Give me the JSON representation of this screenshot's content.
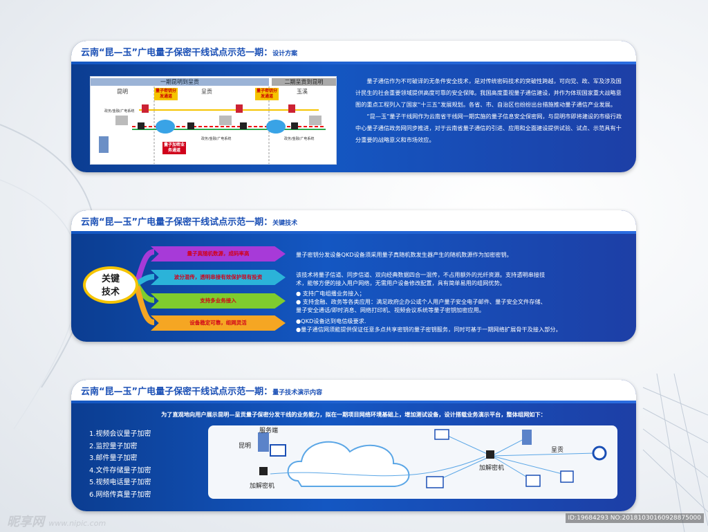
{
  "panel1": {
    "title": "云南“昆—玉”广电量子保密干线试点示范一期：",
    "subtitle": "设计方案",
    "diagram": {
      "seg1": "一期昆明到呈贡",
      "seg2": "二期呈贡到昆明",
      "cities": [
        "昆明",
        "呈贡",
        "玉溪"
      ],
      "tag_qkd": "量子密钥分发通道",
      "tag_enc": "量子加密业务通道",
      "lbl_gov1": "政务/金融/广电系统",
      "lbl_gov2": "政务/金融/广电系统",
      "lbl_gov3": "政务/金融/广电系统"
    },
    "paragraphs": [
      "量子通信作为不可破译的无条件安全技术，是对传统密码技术的突破性跨越，可向党、政、军及涉及国计民生的社会重要领域提供高度可靠的安全保障。我国高度重视量子通信建设，并作为体现国家重大战略意图的重点工程列入了国家“十三五”发展规划。各省、市、自治区也纷纷出台措施推动量子通信产业发展。",
      "“昆—玉”量子干线网作为云南省干线网一期实施的量子信息安全保密网，与昆明市即将建设的市级行政中心量子通信政务网同步推进，对于云南省量子通信的引进、应用和全面建设提供试验、试点、示范具有十分重要的战略意义和市场效应。"
    ]
  },
  "panel2": {
    "title": "云南“昆—玉”广电量子保密干线试点示范一期：",
    "subtitle": "关键技术",
    "center_line1": "关键",
    "center_line2": "技术",
    "arrows": [
      {
        "label": "量子真随机数源，成码率高",
        "color": "#a73ad8"
      },
      {
        "label": "波分混传，透明串接有效保护现有投资",
        "color": "#2bb3d9"
      },
      {
        "label": "支持多业务接入",
        "color": "#7fcc2e"
      },
      {
        "label": "设备稳定可靠，组网灵活",
        "color": "#f5a623"
      }
    ],
    "texts": {
      "t1": "量子密钥分发设备QKD设备须采用量子真随机数发生器产生的随机数源作为加密密钥。",
      "t2a": "该技术将量子信道、同步信道、双向经典数据四合一混传，不占用额外的光纤资源。支持透明串接技",
      "t2b": "术，能够方便的接入用户网络，无需用户设备修改配置，具有简单易用的组网优势。",
      "t3a": "● 支持广电组播业务接入；",
      "t3b": "● 支持金融、政务等各类应用：满足政府企办公或个人用户量子安全电子邮件、量子安全文件存储、",
      "t3c": "量子安全通话/即时消息、网络打印机、视频会议系统等量子密钥加密应用。",
      "t4a": "●QKD设备达到电信级要求.",
      "t4b": "●量子通信网须能提供保证任意多点共享密钥的量子密钥服务，同时可基于一期网络扩展骨干及接入部分。"
    }
  },
  "panel3": {
    "title": "云南“昆—玉”广电量子保密干线试点示范一期：",
    "subtitle": "量子技术演示内容",
    "headline": "为了直观地向用户展示昆明—呈贡量子保密分发干线的业务能力，拟在一期项目网络环境基础上，增加测试设备，设计搭载业务演示平台，整体组网如下：",
    "list": [
      "1.视频会议量子加密",
      "2.监控量子加密",
      "3.邮件量子加密",
      "4.文件存储量子加密",
      "5.视频电话量子加密",
      "6.网络传真量子加密"
    ],
    "net": {
      "server": "服务端",
      "kunming": "昆明",
      "enc1": "加解密机",
      "enc2": "加解密机",
      "chenggong": "呈贡"
    }
  },
  "watermark": {
    "brand": "昵享网",
    "site": "www.nipic.com",
    "id": "ID:19684293 NO:20181030160928875000"
  },
  "colors": {
    "panel": "#1457c2",
    "title": "#1a4fb5",
    "accent": "#f5c400"
  }
}
